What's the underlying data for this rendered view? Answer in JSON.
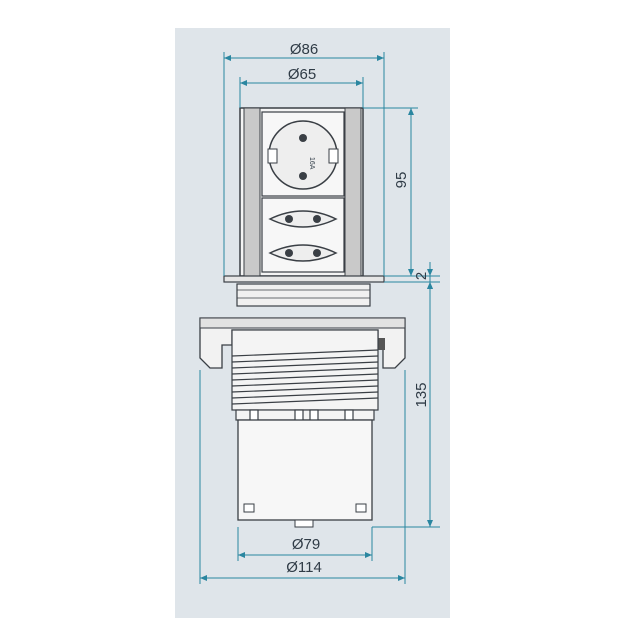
{
  "colors": {
    "panel": "#dfe5ea",
    "outline": "#3a3f45",
    "faceplate": "#f2f2f2",
    "frame": "#b8b8b8",
    "dimension": "#2a86a0",
    "text": "#2f3b46"
  },
  "dimensions": {
    "top_outer": "Ø86",
    "top_inner": "Ø65",
    "height_top": "95",
    "gap": "2",
    "height_bottom": "135",
    "bottom_inner": "Ø79",
    "bottom_outer": "Ø114"
  },
  "parts": {
    "socket_label": "16A"
  }
}
